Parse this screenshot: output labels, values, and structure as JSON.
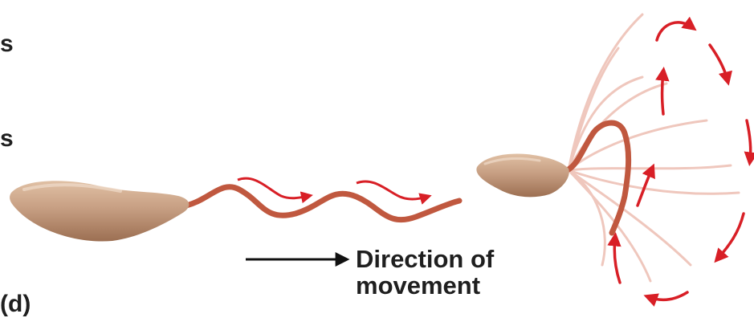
{
  "labels": {
    "cut_top": "s",
    "cut_mid": "s",
    "panel": "(d)",
    "direction_line1": "Direction of",
    "direction_line2": "movement"
  },
  "colors": {
    "cell_body": "#c79f83",
    "cell_shadow": "#a97a5c",
    "flagellum": "#c0583f",
    "flagellum_ghost": "#eec1b6",
    "motion_arrow": "#d81f26",
    "direction_arrow": "#111111"
  }
}
